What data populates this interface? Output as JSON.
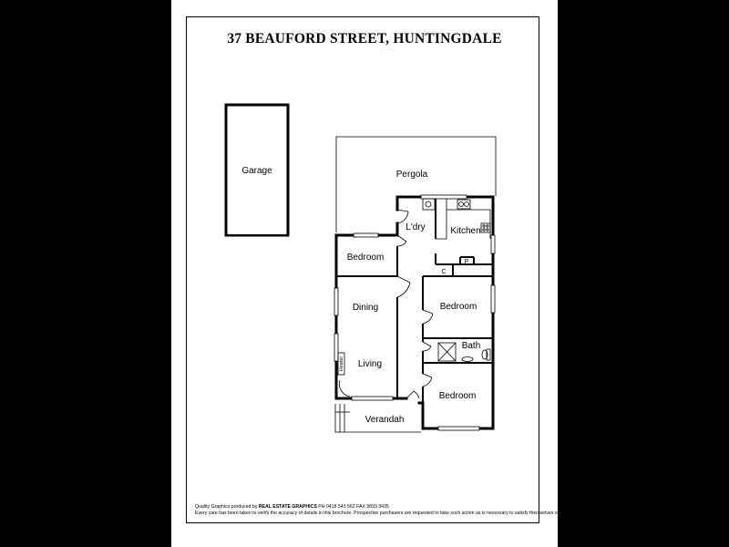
{
  "title": "37 BEAUFORD STREET, HUNTINGDALE",
  "rooms": {
    "garage": "Garage",
    "pergola": "Pergola",
    "laundry": "L'dry",
    "kitchen": "Kitchen",
    "bedroom_1": "Bedroom",
    "dining": "Dining",
    "bedroom_2": "Bedroom",
    "bath": "Bath",
    "living": "Living",
    "heater": "Heater",
    "bedroom_3": "Bedroom",
    "verandah": "Verandah",
    "cupboard_c": "C",
    "pantry_p": "P"
  },
  "credit": {
    "prefix": "Quality Graphics produced by",
    "company": "REAL ESTATE GRAPHICS",
    "contact": "PH 0418 543 562  FAX 9893 3435",
    "disclaimer": "Every care has been taken to verify the accuracy of details in this brochure. Prospective purchasers are requested to take such action as is necessary to satisfy themselves of any pertinent matters."
  }
}
